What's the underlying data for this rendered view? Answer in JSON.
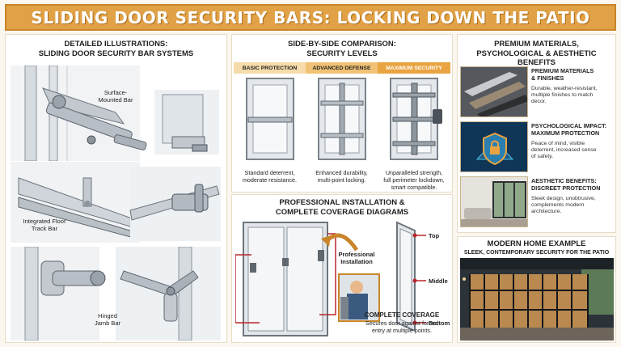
{
  "title": "SLIDING DOOR SECURITY BARS: LOCKING DOWN THE PATIO",
  "left": {
    "title_line1": "DETAILED ILLUSTRATIONS:",
    "title_line2": "SLIDING DOOR SECURITY BAR SYSTEMS",
    "label_surface_1": "Surface-",
    "label_surface_2": "Mounted Bar",
    "label_floor_1": "Integrated Floor",
    "label_floor_2": "Track Bar",
    "label_hinged_1": "Hinged",
    "label_hinged_2": "Jamb Bar"
  },
  "compare": {
    "title_line1": "SIDE-BY-SIDE COMPARISON:",
    "title_line2": "SECURITY LEVELS",
    "levels": [
      {
        "name": "BASIC PROTECTION",
        "desc1": "Standard deterrent,",
        "desc2": "moderate resistance.",
        "color": "#f6dcaa"
      },
      {
        "name": "ADVANCED DEFENSE",
        "desc1": "Enhanced durability,",
        "desc2": "multi-point locking.",
        "color": "#f1c275"
      },
      {
        "name": "MAXIMUM SECURITY",
        "desc1": "Unparalleled strength,",
        "desc2": "full perimeter lockdown,",
        "desc3": "smart compatible.",
        "color": "#e9a441"
      }
    ]
  },
  "install": {
    "title_line1": "PROFESSIONAL INSTALLATION &",
    "title_line2": "COMPLETE COVERAGE DIAGRAMS",
    "pro_line1": "Professional",
    "pro_line2": "Installation",
    "top": "Top",
    "middle": "Middle",
    "bottom": "Bottom",
    "coverage_title": "COMPLETE COVERAGE",
    "coverage_line1": "Secures door against forced",
    "coverage_line2": "entry at multiple points."
  },
  "materials": {
    "title_line1": "PREMIUM MATERIALS,",
    "title_line2": "PSYCHOLOGICAL & AESTHETIC BENEFITS",
    "items": [
      {
        "h1": "PREMIUM MATERIALS",
        "h2": "& FINISHES",
        "d1": "Durable, weather-resistant,",
        "d2": "multiple finishes to match",
        "d3": "decor."
      },
      {
        "h1": "PSYCHOLOGICAL IMPACT:",
        "h2": "MAXIMUM PROTECTION",
        "d1": "Peace of mind, visible",
        "d2": "deterrent, increased sense",
        "d3": "of safety."
      },
      {
        "h1": "AESTHETIC BENEFITS:",
        "h2": "DISCREET PROTECTION",
        "d1": "Sleek design, unobtrusive,",
        "d2": "complements modern",
        "d3": "architecture."
      }
    ]
  },
  "home": {
    "title": "MODERN HOME EXAMPLE",
    "subtitle": "SLEEK, CONTEMPORARY SECURITY FOR THE PATIO"
  }
}
